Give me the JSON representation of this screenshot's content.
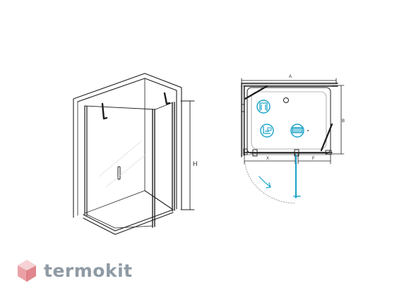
{
  "labels": {
    "height": "H",
    "width_a": "A",
    "depth_b": "B",
    "door_x": "X",
    "fixed_f": "F"
  },
  "brand": {
    "name": "termokit",
    "text_color": "#8f9aa4",
    "logo_colors": [
      "#f4c3c6",
      "#e0868c",
      "#c8545c"
    ]
  },
  "colors": {
    "line": "#1e1e1e",
    "accent": "#1aa3c8"
  }
}
